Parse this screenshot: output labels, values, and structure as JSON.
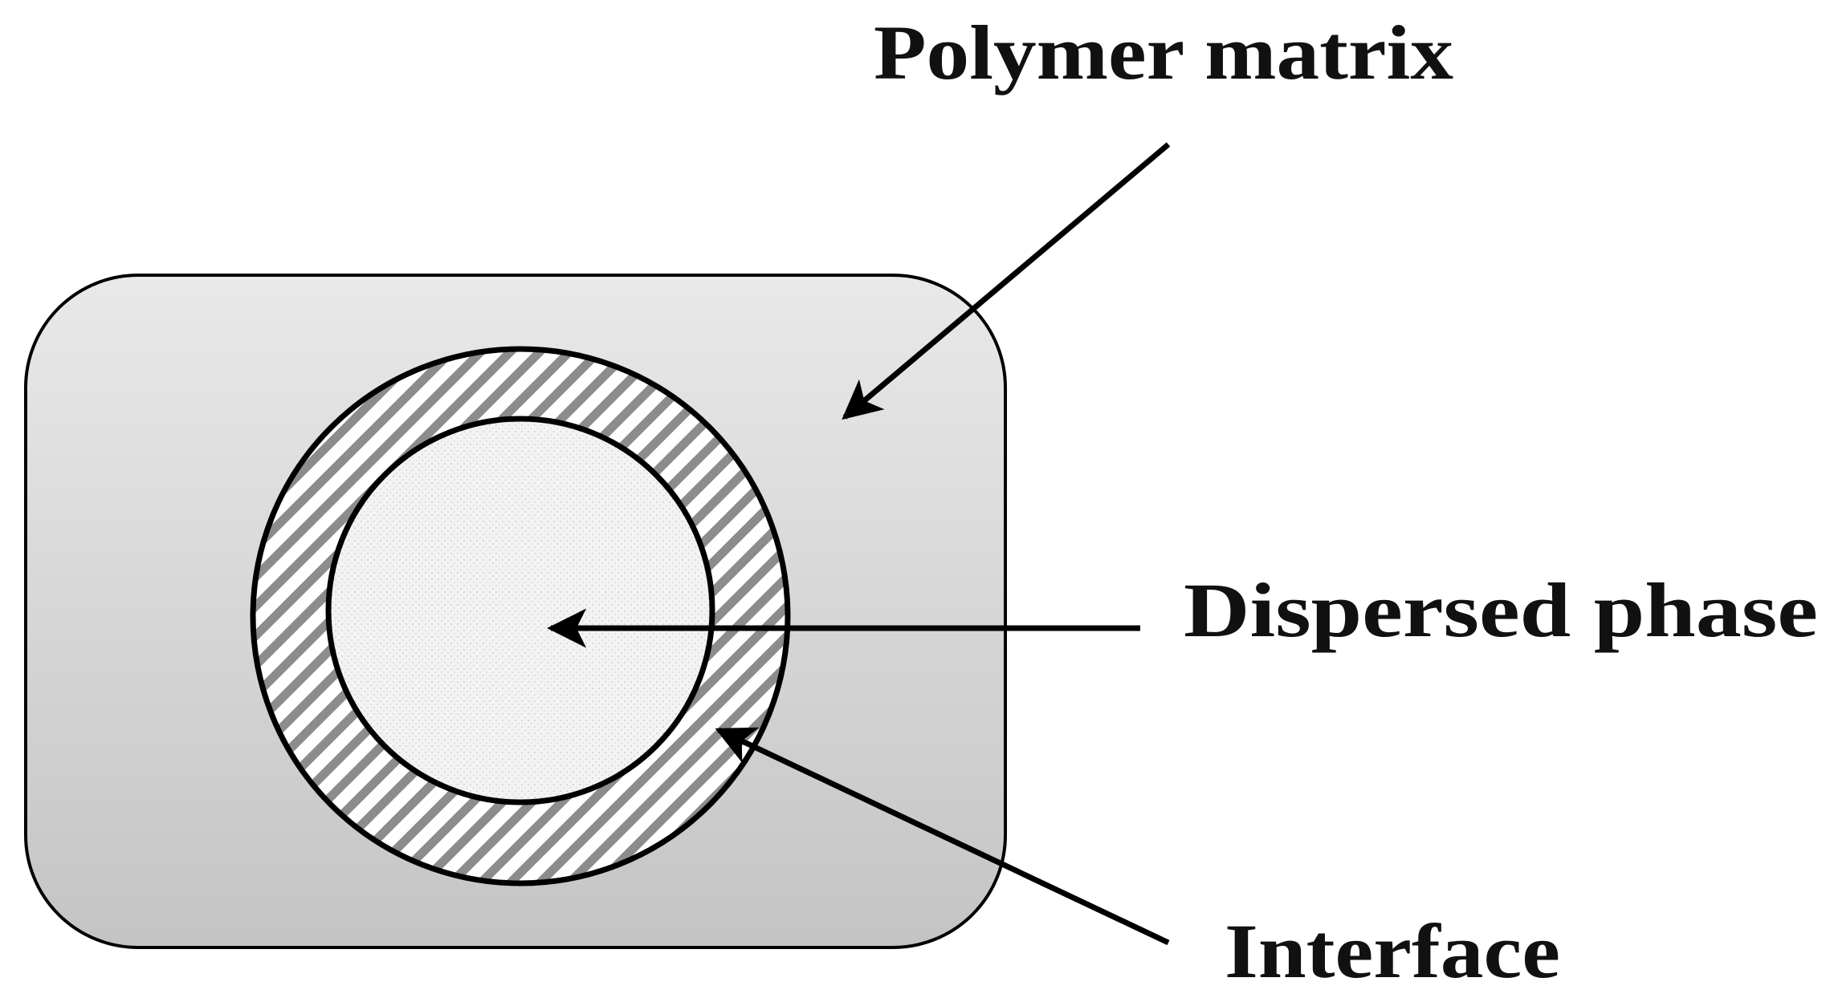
{
  "diagram": {
    "labels": {
      "polymer_matrix": "Polymer matrix",
      "dispersed_phase": "Dispersed phase",
      "interface": "Interface"
    },
    "colors": {
      "matrix_fill_top": "#e9e9e9",
      "matrix_fill_bottom": "#c4c4c4",
      "interface_hatch": "#8c8c8c",
      "dispersed_fill": "#f1f1f1",
      "outline": "#000000",
      "text": "#111111"
    }
  }
}
